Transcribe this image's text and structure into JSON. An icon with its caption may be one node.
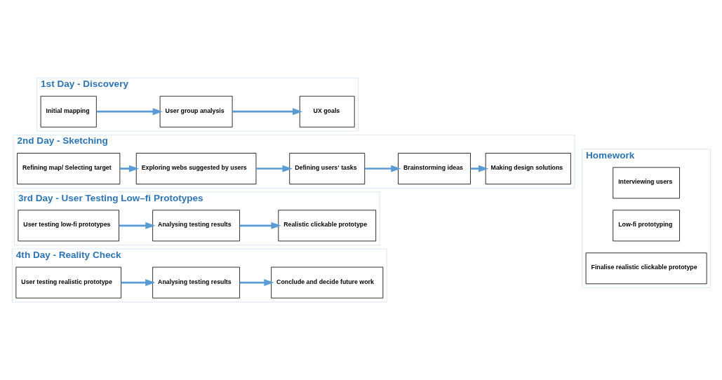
{
  "diagram": {
    "nodes": [
      {
        "text": [
          "1st Day - Discovery"
        ]
      },
      {
        "text": [
          "Initial mapping"
        ],
        "in": 0
      },
      {
        "text": [
          "User group analysis"
        ],
        "in": 0
      },
      {
        "text": [
          "UX goals"
        ],
        "in": 0
      },
      {
        "text": [
          "2nd Day - Sketching"
        ]
      },
      {
        "text": [
          "Refining map/ Selecting target"
        ],
        "in": 4
      },
      {
        "text": [
          "Exploring webs suggested by users"
        ],
        "in": 4
      },
      {
        "text": [
          "Defining users‘ tasks"
        ],
        "in": 4
      },
      {
        "text": [
          "Brainstorming ideas"
        ],
        "in": 4
      },
      {
        "text": [
          "Making design solutions"
        ],
        "in": 4
      },
      {
        "text": [
          "3rd Day - User Testing Low–fi Prototypes"
        ]
      },
      {
        "text": [
          "User testing low-fi prototypes"
        ],
        "in": 10
      },
      {
        "text": [
          "Analysing testing results"
        ],
        "in": 10
      },
      {
        "text": [
          "Realistic clickable prototype"
        ],
        "in": 10
      },
      {
        "text": [
          "4th Day - Reality Check"
        ]
      },
      {
        "text": [
          "User testing realistic prototype"
        ],
        "in": 14
      },
      {
        "text": [
          "Analysing testing results"
        ],
        "in": 14
      },
      {
        "text": [
          "Conclude and decide future work"
        ],
        "in": 14
      },
      {
        "text": [
          "Homework"
        ]
      },
      {
        "text": [
          "Interviewing users"
        ],
        "in": 18
      },
      {
        "text": [
          "Low-fi prototyping"
        ],
        "in": 18
      },
      {
        "text": [
          "Finalise realistic clickable prototype"
        ],
        "in": 18
      }
    ],
    "edges": [
      {
        "from": 1,
        "to": 2,
        "arrow": "to"
      },
      {
        "from": 2,
        "to": 3,
        "arrow": "to"
      },
      {
        "from": 5,
        "to": 6,
        "arrow": "to"
      },
      {
        "from": 6,
        "to": 7,
        "arrow": "to"
      },
      {
        "from": 7,
        "to": 8,
        "arrow": "to"
      },
      {
        "from": 8,
        "to": 9,
        "arrow": "to"
      },
      {
        "from": 11,
        "to": 12,
        "arrow": "to"
      },
      {
        "from": 12,
        "to": 13,
        "arrow": "to"
      },
      {
        "from": 15,
        "to": 16,
        "arrow": "to"
      },
      {
        "from": 16,
        "to": 17,
        "arrow": "to"
      }
    ]
  }
}
